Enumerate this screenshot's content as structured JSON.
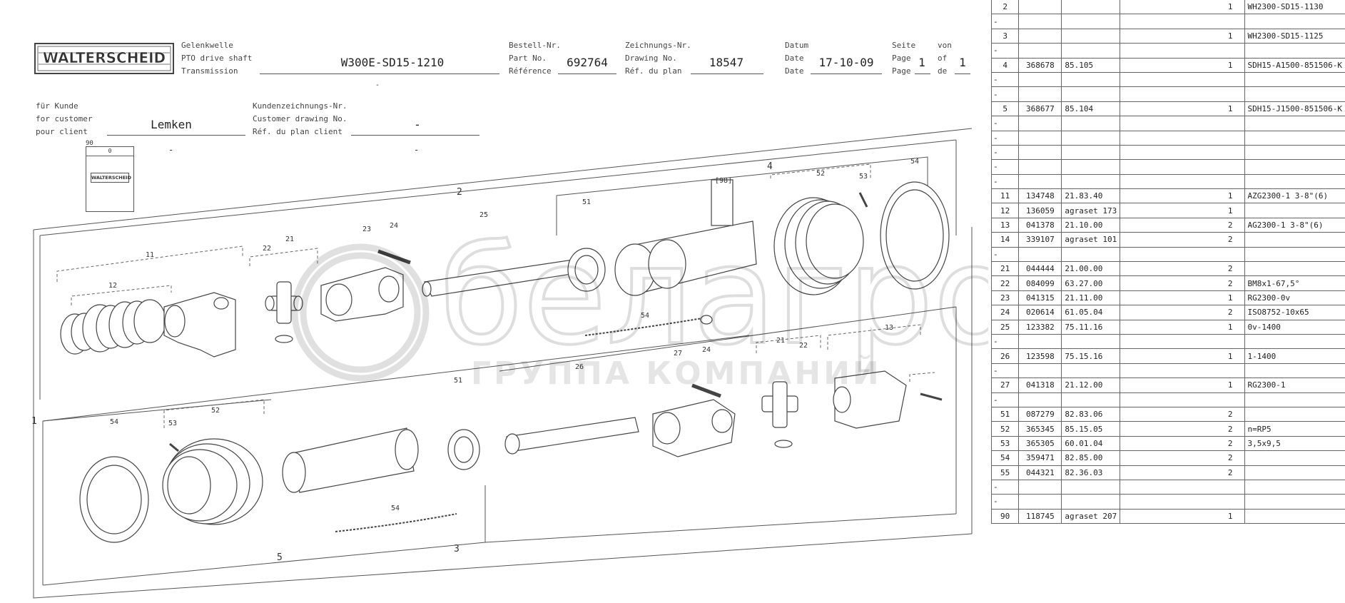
{
  "header": {
    "logo_text": "WALTERSCHEID",
    "type_labels": [
      "Gelenkwelle",
      "PTO drive shaft",
      "Transmission"
    ],
    "type_value": "W300E-SD15-1210",
    "order_labels": [
      "Bestell-Nr.",
      "Part No.",
      "Référence"
    ],
    "order_value": "692764",
    "drawing_labels": [
      "Zeichnungs-Nr.",
      "Drawing No.",
      "Réf. du plan"
    ],
    "drawing_value": "18547",
    "date_labels": [
      "Datum",
      "Date",
      "Date"
    ],
    "date_value": "17-10-09",
    "page_labels": [
      "Seite",
      "Page",
      "Page"
    ],
    "page_value": "1",
    "of_labels": [
      "von",
      "of",
      "de"
    ],
    "of_value": "1",
    "customer_labels": [
      "für Kunde",
      "for customer",
      "pour client"
    ],
    "customer_value": "Lemken",
    "custdraw_labels": [
      "Kundenzeichnungs-Nr.",
      "Customer drawing No.",
      "Réf. du plan client"
    ],
    "custdraw_value": "-",
    "dash_value": "-",
    "small_dash": "-",
    "apostrophe": "-"
  },
  "kit": {
    "number": "90",
    "zero": "0",
    "logo": "WALTERSCHEID",
    "dash": "-"
  },
  "callouts": {
    "c2": "2",
    "c3": "3",
    "c4": "4",
    "c5": "5",
    "c1": "1",
    "c11": "11",
    "c12": "12",
    "c13": "13",
    "c21": "21",
    "c22": "22",
    "c23": "23",
    "c24": "24",
    "c25": "25",
    "c26": "26",
    "c27": "27",
    "c51": "51",
    "c52": "52",
    "c53": "53",
    "c54": "54",
    "c21b": "21",
    "c22b": "22",
    "c24b": "24",
    "c51b": "51",
    "c52b": "52",
    "c53b": "53",
    "c54b": "54",
    "c54c": "54",
    "c54d": "54",
    "label98": "[98]"
  },
  "watermark": {
    "text": "белагро",
    "caption": "ГРУППА КОМПАНИЙ"
  },
  "parts_table": {
    "rows": [
      {
        "pos": "2",
        "id": "",
        "code": "",
        "qty": "1",
        "desc": "WH2300-SD15-1130"
      },
      {
        "pos": "-",
        "id": "",
        "code": "",
        "qty": "",
        "desc": ""
      },
      {
        "pos": "3",
        "id": "",
        "code": "",
        "qty": "1",
        "desc": "WH2300-SD15-1125"
      },
      {
        "pos": "-",
        "id": "",
        "code": "",
        "qty": "",
        "desc": ""
      },
      {
        "pos": "4",
        "id": "368678",
        "code": "85.105",
        "qty": "1",
        "desc": "SDH15-A1500-851506-K"
      },
      {
        "pos": "-",
        "id": "",
        "code": "",
        "qty": "",
        "desc": ""
      },
      {
        "pos": "-",
        "id": "",
        "code": "",
        "qty": "",
        "desc": ""
      },
      {
        "pos": "5",
        "id": "368677",
        "code": "85.104",
        "qty": "1",
        "desc": "SDH15-J1500-851506-K"
      },
      {
        "pos": "-",
        "id": "",
        "code": "",
        "qty": "",
        "desc": ""
      },
      {
        "pos": "-",
        "id": "",
        "code": "",
        "qty": "",
        "desc": ""
      },
      {
        "pos": "-",
        "id": "",
        "code": "",
        "qty": "",
        "desc": ""
      },
      {
        "pos": "-",
        "id": "",
        "code": "",
        "qty": "",
        "desc": ""
      },
      {
        "pos": "-",
        "id": "",
        "code": "",
        "qty": "",
        "desc": ""
      },
      {
        "pos": "11",
        "id": "134748",
        "code": "21.83.40",
        "qty": "1",
        "desc": "AZG2300-1 3-8\"(6)"
      },
      {
        "pos": "12",
        "id": "136059",
        "code": "agraset 173",
        "qty": "1",
        "desc": ""
      },
      {
        "pos": "13",
        "id": "041378",
        "code": "21.10.00",
        "qty": "2",
        "desc": "AG2300-1 3-8\"(6)"
      },
      {
        "pos": "14",
        "id": "339107",
        "code": "agraset 101",
        "qty": "2",
        "desc": ""
      },
      {
        "pos": "-",
        "id": "",
        "code": "",
        "qty": "",
        "desc": ""
      },
      {
        "pos": "21",
        "id": "044444",
        "code": "21.00.00",
        "qty": "2",
        "desc": ""
      },
      {
        "pos": "22",
        "id": "084099",
        "code": "63.27.00",
        "qty": "2",
        "desc": "BM8x1-67,5°"
      },
      {
        "pos": "23",
        "id": "041315",
        "code": "21.11.00",
        "qty": "1",
        "desc": "RG2300-0v"
      },
      {
        "pos": "24",
        "id": "020614",
        "code": "61.05.04",
        "qty": "2",
        "desc": "ISO8752-10x65"
      },
      {
        "pos": "25",
        "id": "123382",
        "code": "75.11.16",
        "qty": "1",
        "desc": "0v-1400"
      },
      {
        "pos": "-",
        "id": "",
        "code": "",
        "qty": "",
        "desc": ""
      },
      {
        "pos": "26",
        "id": "123598",
        "code": "75.15.16",
        "qty": "1",
        "desc": "1-1400"
      },
      {
        "pos": "-",
        "id": "",
        "code": "",
        "qty": "",
        "desc": ""
      },
      {
        "pos": "27",
        "id": "041318",
        "code": "21.12.00",
        "qty": "1",
        "desc": "RG2300-1"
      },
      {
        "pos": "-",
        "id": "",
        "code": "",
        "qty": "",
        "desc": ""
      },
      {
        "pos": "51",
        "id": "087279",
        "code": "82.83.06",
        "qty": "2",
        "desc": ""
      },
      {
        "pos": "52",
        "id": "365345",
        "code": "85.15.05",
        "qty": "2",
        "desc": "n=RP5"
      },
      {
        "pos": "53",
        "id": "365305",
        "code": "60.01.04",
        "qty": "2",
        "desc": "3,5x9,5"
      },
      {
        "pos": "54",
        "id": "359471",
        "code": "82.85.00",
        "qty": "2",
        "desc": ""
      },
      {
        "pos": "55",
        "id": "044321",
        "code": "82.36.03",
        "qty": "2",
        "desc": ""
      },
      {
        "pos": "-",
        "id": "",
        "code": "",
        "qty": "",
        "desc": ""
      },
      {
        "pos": "-",
        "id": "",
        "code": "",
        "qty": "",
        "desc": ""
      },
      {
        "pos": "90",
        "id": "118745",
        "code": "agraset 207",
        "qty": "1",
        "desc": ""
      }
    ]
  }
}
